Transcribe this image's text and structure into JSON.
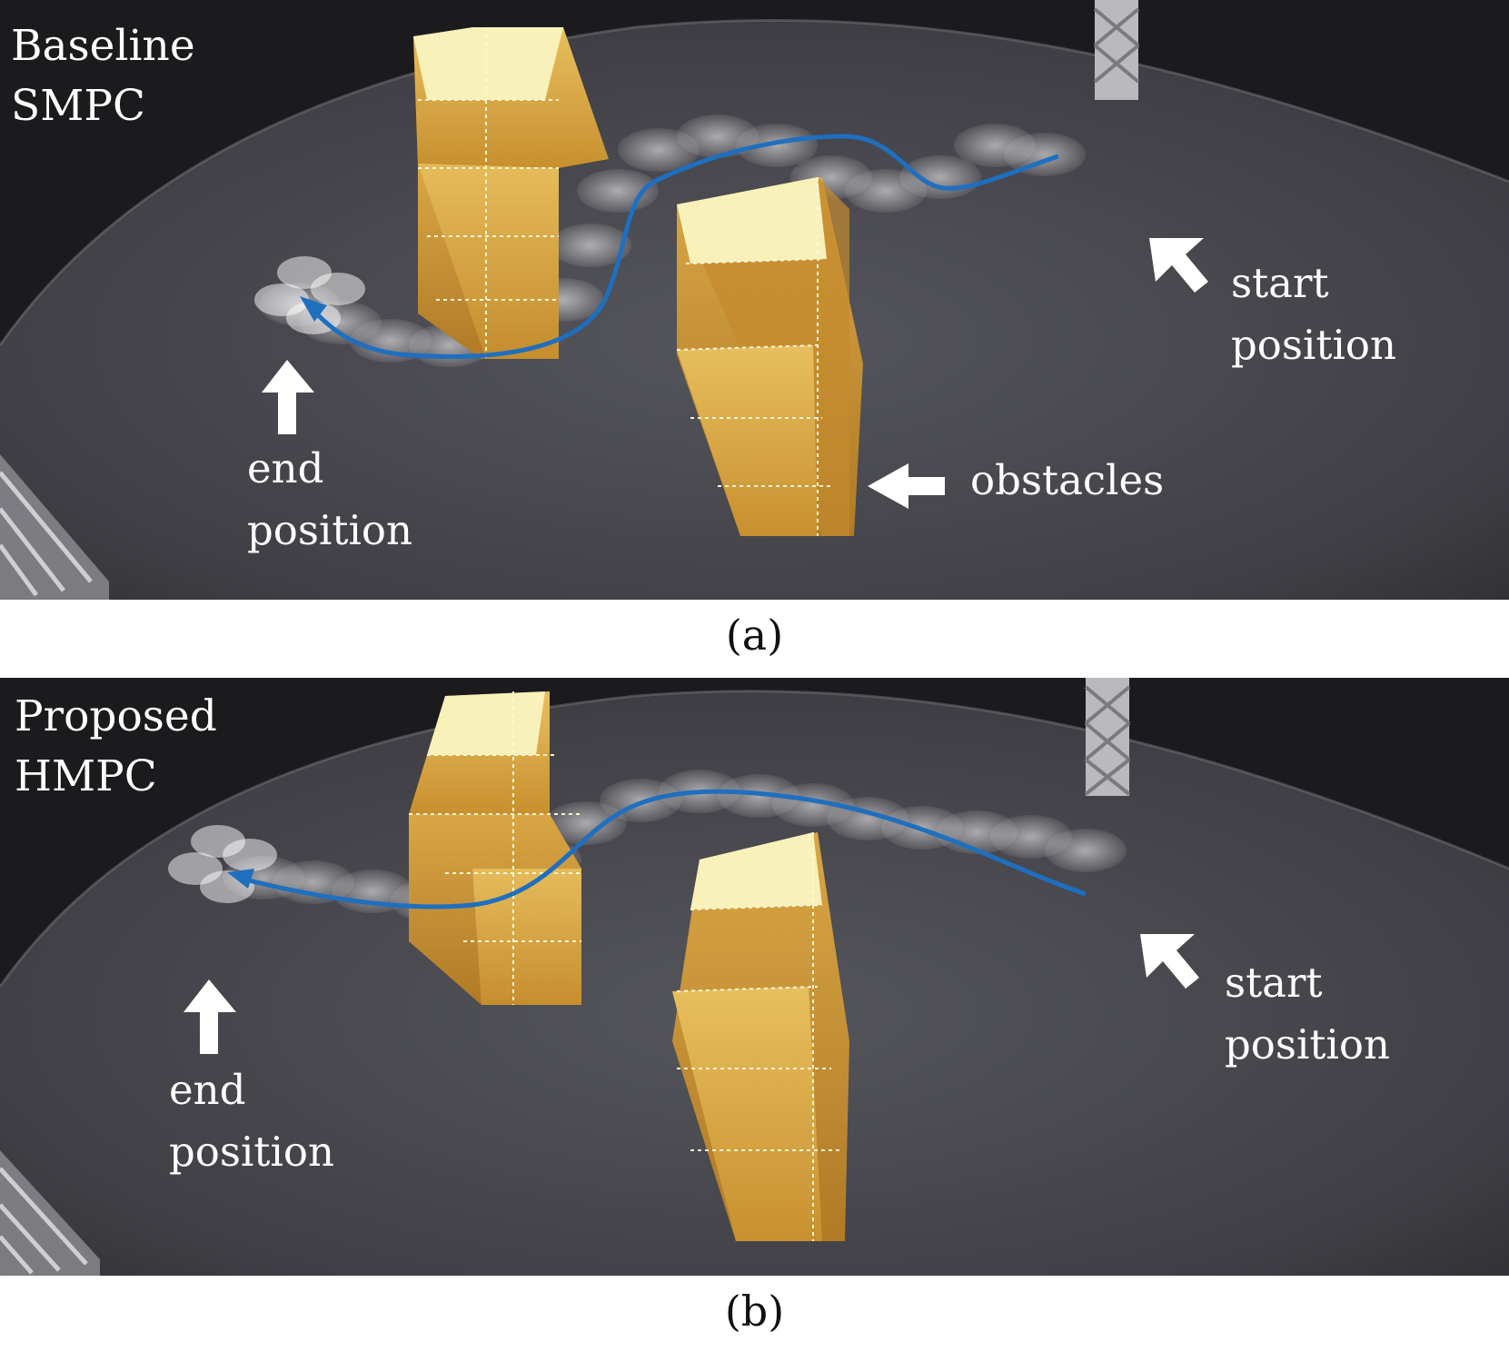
{
  "figure": {
    "panels": [
      {
        "caption": "(a)",
        "method_line1": "Baseline",
        "method_line2": "SMPC",
        "start_line1": "start",
        "start_line2": "position",
        "end_line1": "end",
        "end_line2": "position",
        "obstacles_label": "obstacles"
      },
      {
        "caption": "(b)",
        "method_line1": "Proposed",
        "method_line2": "HMPC",
        "start_line1": "start",
        "start_line2": "position",
        "end_line1": "end",
        "end_line2": "position"
      }
    ]
  },
  "colors": {
    "trajectory": "#1f6fbf",
    "floor": "#45454b",
    "box": "#e3b24f",
    "box_top": "#f8f1b9",
    "label": "#ffffff"
  }
}
